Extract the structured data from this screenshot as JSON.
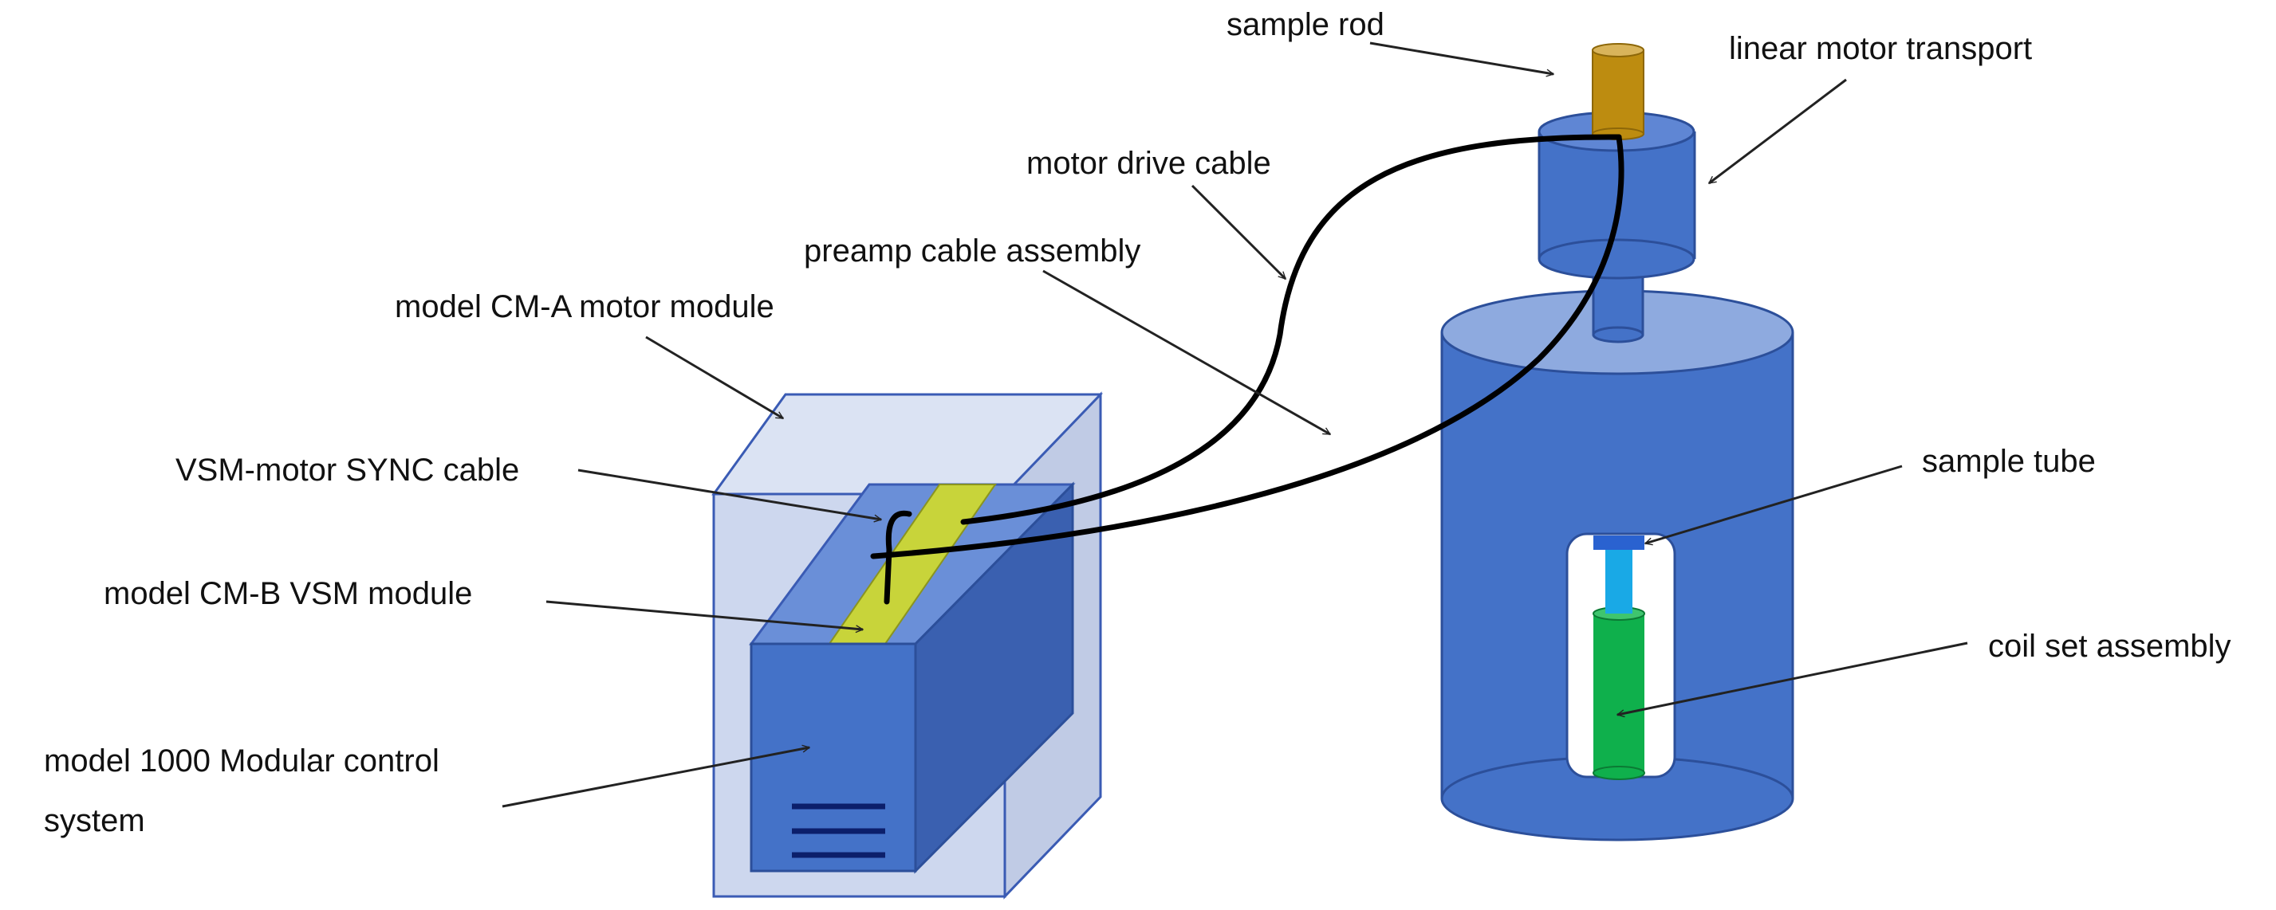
{
  "labels": {
    "sample_rod": "sample rod",
    "linear_motor_transport": "linear motor transport",
    "motor_drive_cable": "motor drive cable",
    "preamp_cable_assembly": "preamp cable assembly",
    "cm_a_motor_module": "model CM-A motor module",
    "sync_cable": "VSM-motor SYNC cable",
    "cm_b_vsm_module": "model CM-B VSM module",
    "control_system_line1": "model 1000 Modular control",
    "control_system_line2": "system",
    "sample_tube": "sample tube",
    "coil_set_assembly": "coil set assembly"
  },
  "colors": {
    "outer_box": "#c9d4ec",
    "outer_box_edge": "#3a5bb4",
    "module_blue": "#4472c8",
    "module_dark": "#3a60b0",
    "module_top": "#6a8fd8",
    "cylinder_top": "#8eaadf",
    "yellow_slot": "#c8d43a",
    "sample_rod": "#bd8c10",
    "sample_rod_top": "#d9b45a",
    "sample_tube": "#19a9e6",
    "sample_holder": "#2a62d0",
    "coil_set": "#0fb04c",
    "cable": "#000000",
    "vent": "#0c1f6b"
  }
}
